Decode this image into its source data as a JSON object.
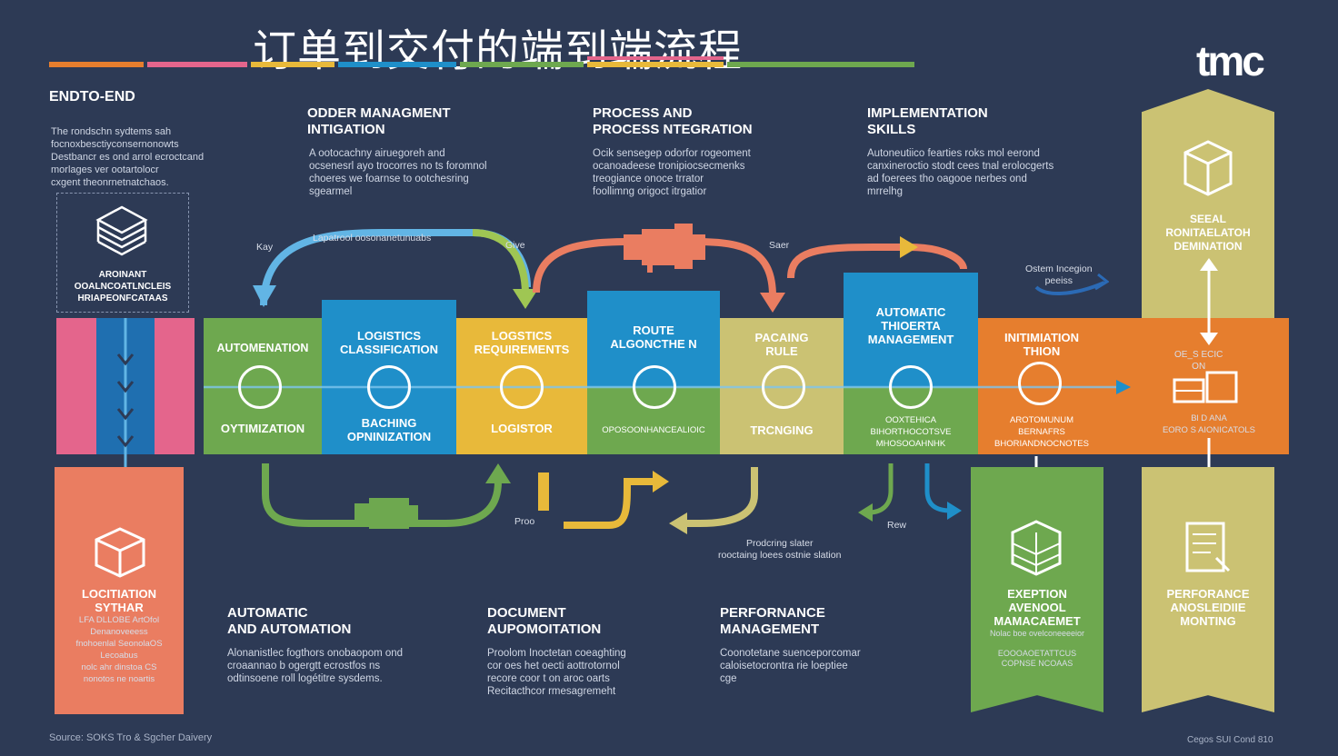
{
  "title": "订单到交付的端到端流程",
  "logo": "tmc",
  "colors": {
    "background": "#2d3a55",
    "orange": "#e67e2e",
    "pink": "#e4658c",
    "yellow": "#e8b93a",
    "blue": "#1f8fc9",
    "green": "#6ea84f",
    "olive": "#cbc273",
    "salmon": "#ea7d61"
  },
  "left_panel": {
    "heading": "ENDTO-END",
    "body": "The rondschn sydtems sah\nfocnoxbesctiyconsernonowts\nDestbancr es ond arrol ecroctcand\nmorlages ver ootartolocr\ncxgent theonrnetnatchaos.",
    "box_label": "AROINANT\nOOALNCOATLNCLEIS\nHRIAPEONFCATAAS"
  },
  "sections": [
    {
      "heading": "ODDER MANAGMENT\nINTIGATION",
      "body": "A ootocachny airuegoreh and\nocsenesrl ayo trocorres no ts foromnol\nchoeres we foarnse to ootchesring\nsgearmel"
    },
    {
      "heading": "PROCESS AND\nPROCESS NTEGRATION",
      "body": "Ocik sensegep odorfor rogeoment\nocanoadeese tronipiocsecmenks\ntreogiance onoce trrator\nfoollimng origoct itrgatior"
    },
    {
      "heading": "IMPLEMENTATION\nSKILLS",
      "body": "Autoneutiico fearties roks mol eerond\ncanxineroctio stodt cees tnal erolocgerts\nad foerees tho oagooe nerbes ond\nmrrelhg"
    }
  ],
  "flow_labels": {
    "top_arc_caption": "Lapatrool oosonanetunuabs",
    "kay": "Kay",
    "give": "Give",
    "saer": "Saer",
    "ostem_integ": "Ostem Incegion\npeeiss",
    "proo": "Proo",
    "rew": "Rew",
    "prodting": "Prodcring slater\nrooctaing loees ostnie slation"
  },
  "process_boxes": [
    {
      "top": "AUTOMENATION",
      "bottom": "OYTIMIZATION"
    },
    {
      "top": "LOGISTICS\nCLASSIFICATION",
      "bottom": "BACHING\nOPNINIZATION"
    },
    {
      "top": "LOGSTICS\nREQUIREMENTS",
      "bottom": "LOGISTOR"
    },
    {
      "top": "ROUTE\nALGONCTHE N",
      "bottom": "OPOSOONHANCEALIOIC"
    },
    {
      "top": "PACAING\nRULE",
      "bottom": "TRCNGING"
    },
    {
      "top": "AUTOMATIC\nTHIOERTA\nMANAGEMENT",
      "bottom": "OOXTEHICA\nBIHORTHOCOTSVE\nMHOSOOAHNHK"
    },
    {
      "top": "INITIMIATION\nTHION",
      "bottom": "AROTOMUNUM\nBERNAFRS\nBHORIANDNOCNOTES"
    }
  ],
  "right_panel": {
    "top_label": "SEEAL\nRONITAELATOH\nDEMINATION",
    "mid_label": "OE_S   ECIC\nON",
    "mid_sub": "Bl   D  ANA\nEORO S AIONICATOLS",
    "perf_label": "PERFORANCE\nANOSLEIDIIE\nMONTING"
  },
  "bottom_left": {
    "heading": "LOCITIATION\nSYTHAR",
    "body": "LFA DLLOBE ArtOfol\nDenanoveeess\nfnohoenlal SeonolaOS\nLecoabus\nnolc ahr dinstoa CS\nnonotos ne noartis"
  },
  "bottom_sections": [
    {
      "heading": "AUTOMATIC\nAND AUTOMATION",
      "body": "Alonanistlec fogthors onobaopom ond\ncroaannao b ogergtt ecrostfos ns\nodtinsoene roll logétitre sysdems."
    },
    {
      "heading": "DOCUMENT\nAUPOMOITATION",
      "body": "Proolom Inoctetan coeaghting\ncor oes het oecti aottrotornol\nrecore coor t on aroc oarts\nRecitacthcor rmesagremeht"
    },
    {
      "heading": "PERFORNANCE\nMANAGEMENT",
      "body": "Coonotetane suenceporcomar\ncaloisetocrontra rie loeptiee\ncge"
    }
  ],
  "exception_panel": {
    "heading": "EXEPTION\nAVENOOL\nMAMACAEMET",
    "sub": "Nolac boe ovelconeeeeior\n\nEOOOAOETATTCUS\nCOPNSE NCOAAS"
  },
  "footer": {
    "source": "Source: SOKS  Tro & Sgcher Daivery",
    "right": "Cegos  SUI Cond 810"
  }
}
